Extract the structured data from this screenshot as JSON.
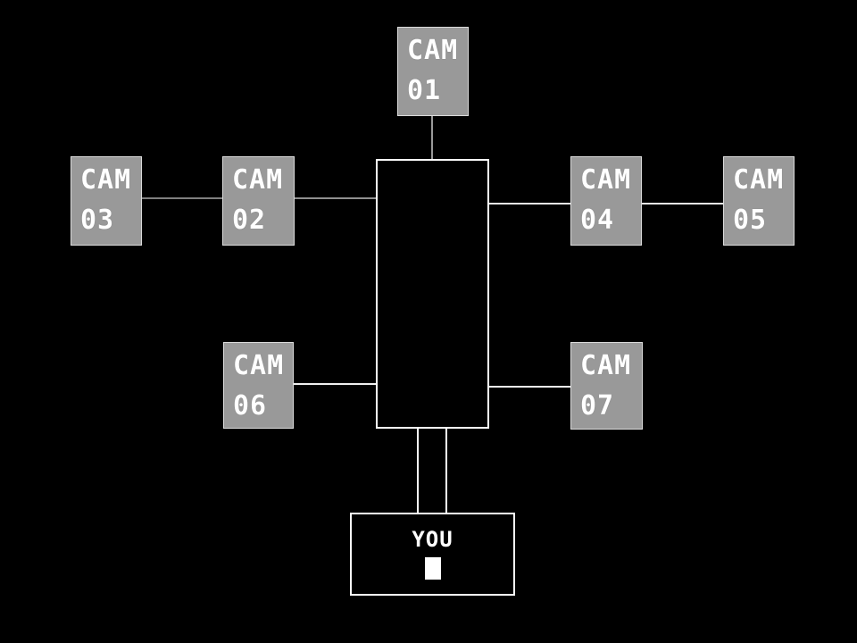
{
  "map": {
    "title": "camera-map",
    "colors": {
      "background": "#000000",
      "cam_button_fill": "#999999",
      "cam_button_border": "#dcdcdc",
      "label_text": "#ffffff",
      "room_outline": "#ffffff",
      "connector_gray": "#8f8f8f",
      "connector_white": "#ffffff"
    },
    "cameras": [
      {
        "id": "cam01",
        "line1": "CAM",
        "line2": "01"
      },
      {
        "id": "cam02",
        "line1": "CAM",
        "line2": "02"
      },
      {
        "id": "cam03",
        "line1": "CAM",
        "line2": "03"
      },
      {
        "id": "cam04",
        "line1": "CAM",
        "line2": "04"
      },
      {
        "id": "cam05",
        "line1": "CAM",
        "line2": "05"
      },
      {
        "id": "cam06",
        "line1": "CAM",
        "line2": "06"
      },
      {
        "id": "cam07",
        "line1": "CAM",
        "line2": "07"
      }
    ],
    "you": {
      "label": "YOU"
    }
  }
}
